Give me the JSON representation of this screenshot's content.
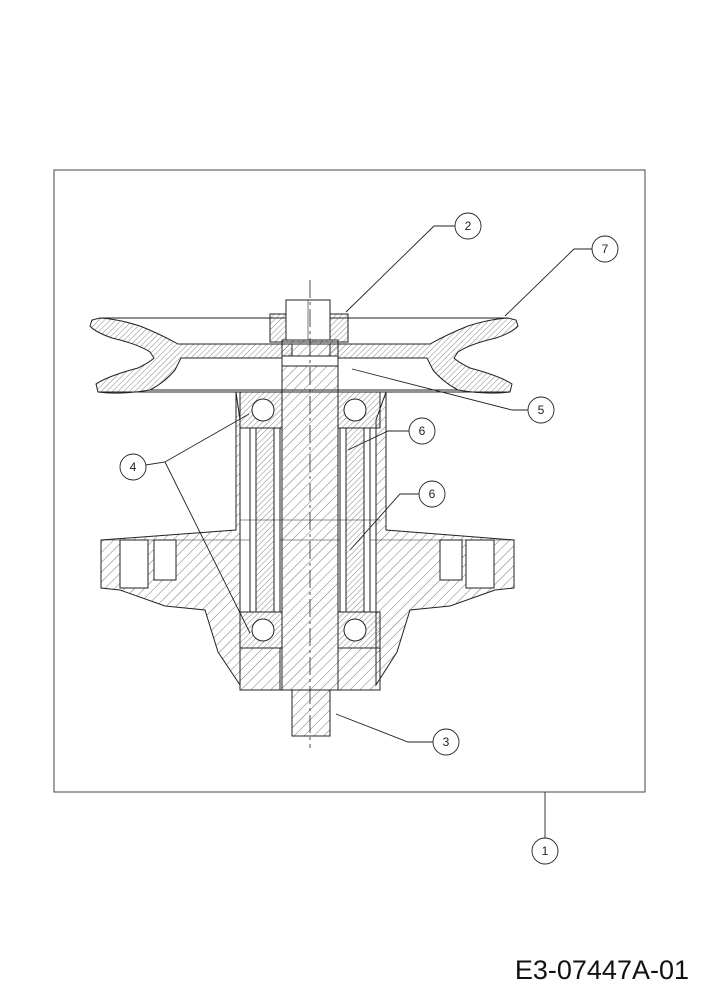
{
  "callouts": {
    "c1": "1",
    "c2": "2",
    "c3": "3",
    "c4": "4",
    "c5": "5",
    "c6a": "6",
    "c6b": "6",
    "c7": "7"
  },
  "document_code": "E3-07447A-01",
  "colors": {
    "line": "#222222",
    "hatch": "#555555",
    "background": "#ffffff"
  }
}
